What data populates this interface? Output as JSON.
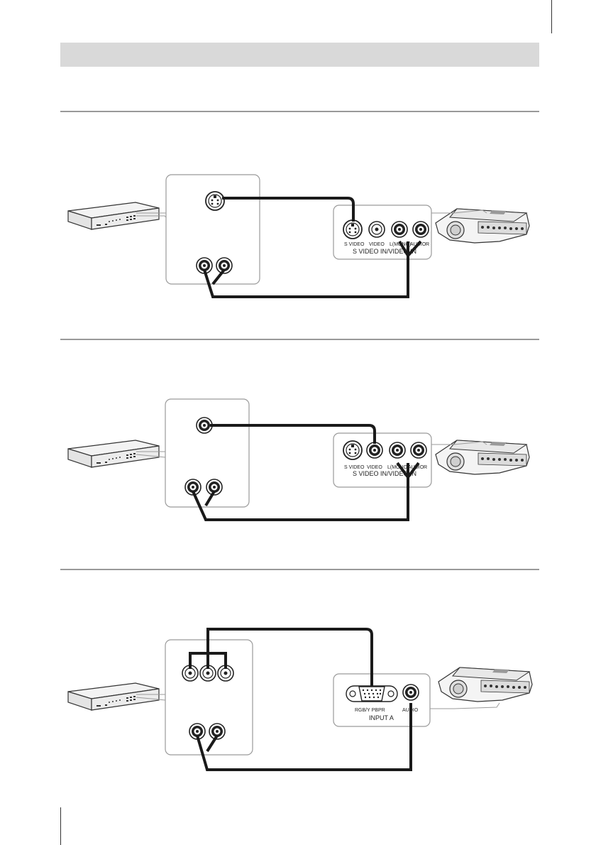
{
  "page": {
    "title_bar_text": "",
    "intro_text": ""
  },
  "diagram_s_video": {
    "port_labels": [
      "S VIDEO",
      "VIDEO",
      "L(MONO)",
      "AUDIO",
      "R"
    ],
    "port_group_label": "S VIDEO IN/VIDEO IN"
  },
  "diagram_video": {
    "port_labels": [
      "S VIDEO",
      "VIDEO",
      "L(MONO)",
      "AUDIO",
      "R"
    ],
    "port_group_label": "S VIDEO IN/VIDEO IN"
  },
  "diagram_component": {
    "port_label_input": "RGB/Y PBPR",
    "port_label_audio": "AUDIO",
    "port_group_label": "INPUT A"
  },
  "colors": {
    "title_bar": "#d9d9d9",
    "rule": "#333333",
    "cable": "#1a1a1a",
    "panel_stroke": "#9a9a9a"
  }
}
